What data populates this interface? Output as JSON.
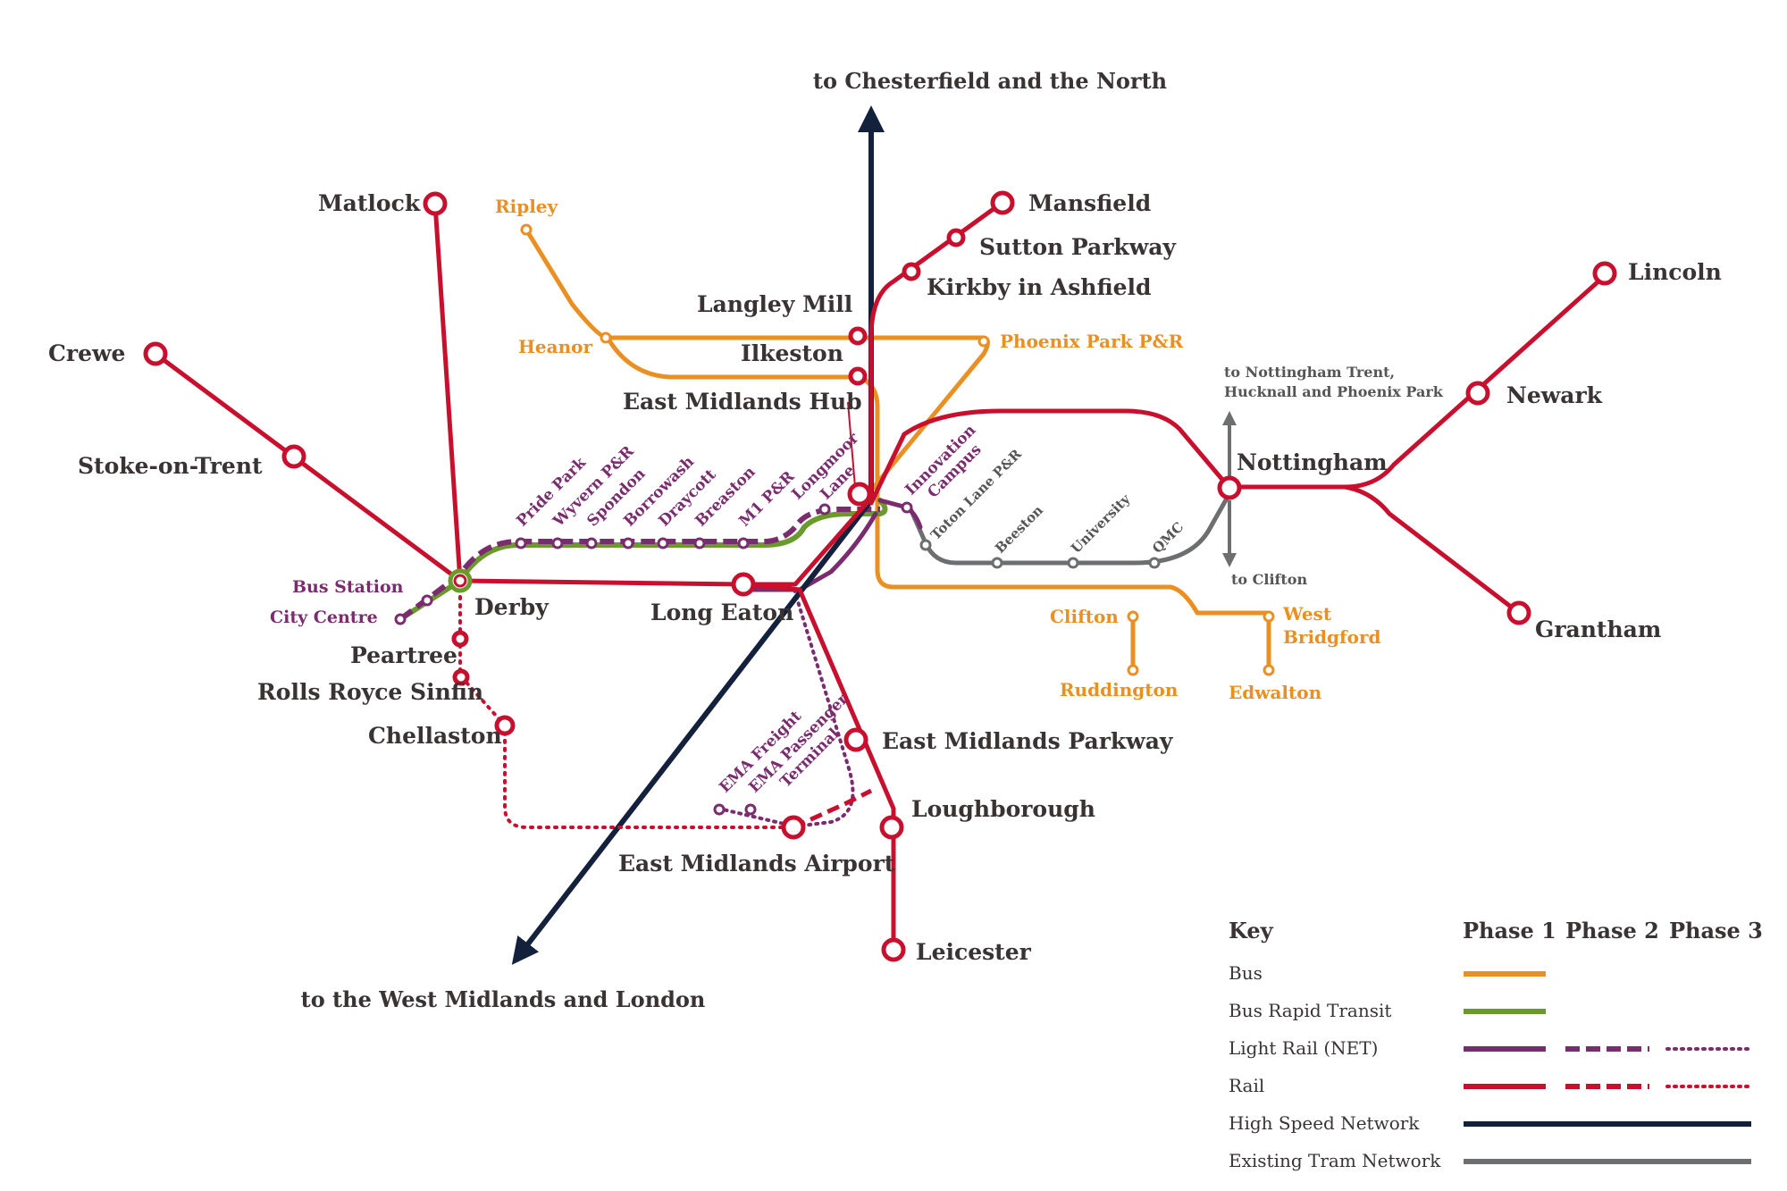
{
  "colors": {
    "bus": "#ea8f21",
    "brt": "#6a9a2c",
    "light_rail": "#7b2c6e",
    "rail": "#c8102e",
    "high_speed": "#14213d",
    "tram": "#6d6e70"
  },
  "directions": {
    "north": "to Chesterfield and the North",
    "south": "to the West Midlands and London",
    "nottingham_trent": "to Nottingham Trent,",
    "nottingham_trent_2": "Hucknall and Phoenix Park",
    "clifton": "to Clifton"
  },
  "stations": {
    "matlock": "Matlock",
    "crewe": "Crewe",
    "stoke": "Stoke-on-Trent",
    "derby": "Derby",
    "peartree": "Peartree",
    "rolls_royce": "Rolls Royce Sinfin",
    "chellaston": "Chellaston",
    "ema": "East Midlands Airport",
    "long_eaton": "Long Eaton",
    "em_parkway": "East Midlands Parkway",
    "loughborough": "Loughborough",
    "leicester": "Leicester",
    "langley_mill": "Langley Mill",
    "ilkeston": "Ilkeston",
    "em_hub": "East Midlands Hub",
    "mansfield": "Mansfield",
    "sutton_parkway": "Sutton Parkway",
    "kirkby": "Kirkby in Ashfield",
    "nottingham": "Nottingham",
    "lincoln": "Lincoln",
    "newark": "Newark",
    "grantham": "Grantham"
  },
  "bus_stops": {
    "ripley": "Ripley",
    "heanor": "Heanor",
    "phoenix_park": "Phoenix Park P&R",
    "clifton": "Clifton",
    "west_bridgford_1": "West",
    "west_bridgford_2": "Bridgford",
    "ruddington": "Ruddington",
    "edwalton": "Edwalton"
  },
  "light_rail_stops": {
    "bus_station": "Bus Station",
    "city_centre": "City Centre",
    "pride_park": "Pride Park",
    "wyvern": "Wyvern P&R",
    "spondon": "Spondon",
    "borrowash": "Borrowash",
    "draycott": "Draycott",
    "breaston": "Breaston",
    "m1": "M1 P&R",
    "longmoor_1": "Longmoor",
    "longmoor_2": "Lane",
    "innovation_1": "Innovation",
    "innovation_2": "Campus",
    "ema_freight": "EMA Freight",
    "ema_passenger": "EMA Passenger",
    "ema_terminal": "Terminal"
  },
  "tram_stops": {
    "toton": "Toton Lane P&R",
    "beeston": "Beeston",
    "university": "University",
    "qmc": "QMC"
  },
  "key": {
    "title": "Key",
    "phase1": "Phase 1",
    "phase2": "Phase 2",
    "phase3": "Phase 3",
    "rows": [
      {
        "label": "Bus",
        "phases": [
          1
        ]
      },
      {
        "label": "Bus Rapid Transit",
        "phases": [
          1
        ]
      },
      {
        "label": "Light Rail (NET)",
        "phases": [
          1,
          2,
          3
        ]
      },
      {
        "label": "Rail",
        "phases": [
          1,
          2,
          3
        ]
      },
      {
        "label": "High Speed Network",
        "phases": [
          1
        ]
      },
      {
        "label": "Existing Tram Network",
        "phases": [
          1
        ]
      }
    ]
  }
}
